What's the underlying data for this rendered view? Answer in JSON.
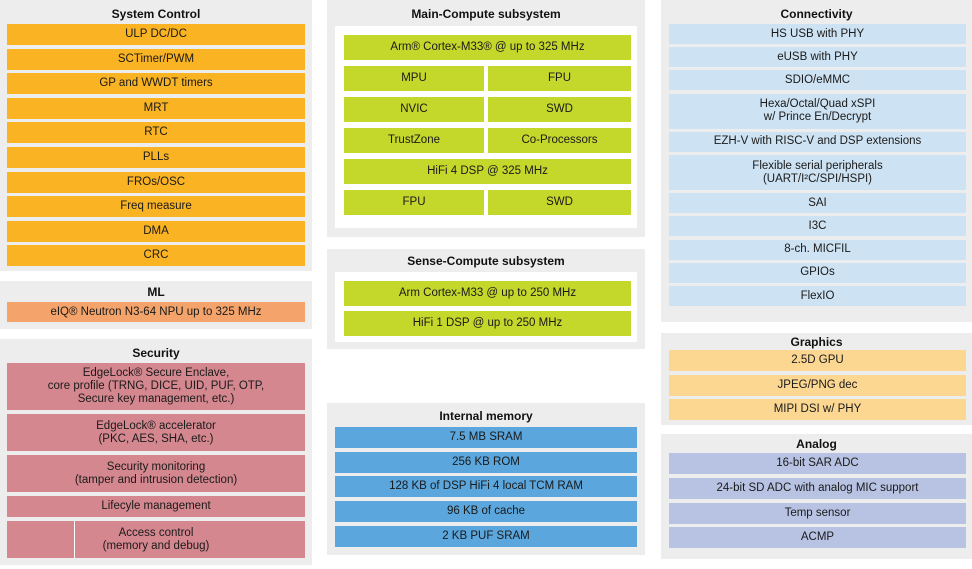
{
  "colors": {
    "panel_bg": "#ededed",
    "system_control": "#f9b323",
    "ml": "#f4a46a",
    "security": "#d4878f",
    "compute": "#c4d72b",
    "memory": "#5ba6dc",
    "connectivity": "#cde2f2",
    "graphics": "#fbd792",
    "analog": "#b8c3e3"
  },
  "system_control": {
    "title": "System Control",
    "items": [
      "ULP DC/DC",
      "SCTimer/PWM",
      "GP and WWDT timers",
      "MRT",
      "RTC",
      "PLLs",
      "FROs/OSC",
      "Freq measure",
      "DMA",
      "CRC"
    ]
  },
  "ml": {
    "title": "ML",
    "items": [
      "eIQ® Neutron N3-64 NPU up to 325 MHz"
    ]
  },
  "security": {
    "title": "Security",
    "items": [
      "EdgeLock® Secure Enclave,\ncore profile (TRNG, DICE, UID, PUF, OTP,\nSecure key management, etc.)",
      "EdgeLock® accelerator\n(PKC, AES, SHA, etc.)",
      "Security monitoring\n(tamper and intrusion detection)",
      "Lifecyle management",
      "Access control\n(memory and debug)"
    ]
  },
  "main_compute": {
    "title": "Main-Compute subsystem",
    "core": "Arm® Cortex-M33® @ up to 325 MHz",
    "row1": [
      "MPU",
      "FPU"
    ],
    "row2": [
      "NVIC",
      "SWD"
    ],
    "row3": [
      "TrustZone",
      "Co-Processors"
    ],
    "dsp": "HiFi 4 DSP @ 325 MHz",
    "row4": [
      "FPU",
      "SWD"
    ]
  },
  "sense_compute": {
    "title": "Sense-Compute subsystem",
    "items": [
      "Arm Cortex-M33 @ up to 250 MHz",
      "HiFi 1 DSP @ up to 250 MHz"
    ]
  },
  "internal_memory": {
    "title": "Internal memory",
    "items": [
      "7.5 MB SRAM",
      "256 KB ROM",
      "128 KB of DSP HiFi 4 local TCM RAM",
      "96 KB of cache",
      "2 KB PUF SRAM"
    ]
  },
  "connectivity": {
    "title": "Connectivity",
    "items": [
      "HS USB with PHY",
      "eUSB with PHY",
      "SDIO/eMMC",
      "Hexa/Octal/Quad xSPI\nw/ Prince En/Decrypt",
      "EZH-V with RISC-V and DSP extensions",
      "Flexible serial peripherals\n(UART/I²C/SPI/HSPI)",
      "SAI",
      "I3C",
      "8-ch. MICFIL",
      "GPIOs",
      "FlexIO"
    ]
  },
  "graphics": {
    "title": "Graphics",
    "items": [
      "2.5D GPU",
      "JPEG/PNG dec",
      "MIPI DSI w/ PHY"
    ]
  },
  "analog": {
    "title": "Analog",
    "items": [
      "16-bit SAR ADC",
      "24-bit SD ADC with analog MIC support",
      "Temp sensor",
      "ACMP"
    ]
  }
}
